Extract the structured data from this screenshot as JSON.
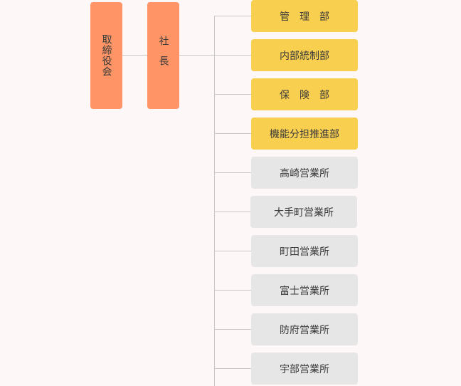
{
  "board": {
    "label": "取締役会"
  },
  "president": {
    "label": "社長"
  },
  "departments": [
    {
      "label": "管　理　部",
      "kind": "dept"
    },
    {
      "label": "内部統制部",
      "kind": "dept"
    },
    {
      "label": "保　険　部",
      "kind": "dept"
    },
    {
      "label": "機能分担推進部",
      "kind": "dept"
    },
    {
      "label": "高崎営業所",
      "kind": "office"
    },
    {
      "label": "大手町営業所",
      "kind": "office"
    },
    {
      "label": "町田営業所",
      "kind": "office"
    },
    {
      "label": "富士営業所",
      "kind": "office"
    },
    {
      "label": "防府営業所",
      "kind": "office"
    },
    {
      "label": "宇部営業所",
      "kind": "office"
    }
  ],
  "colors": {
    "top_box": "#ff9566",
    "dept_box": "#f9cf50",
    "office_box": "#e6e6e6",
    "connector": "#c8c8c8"
  }
}
